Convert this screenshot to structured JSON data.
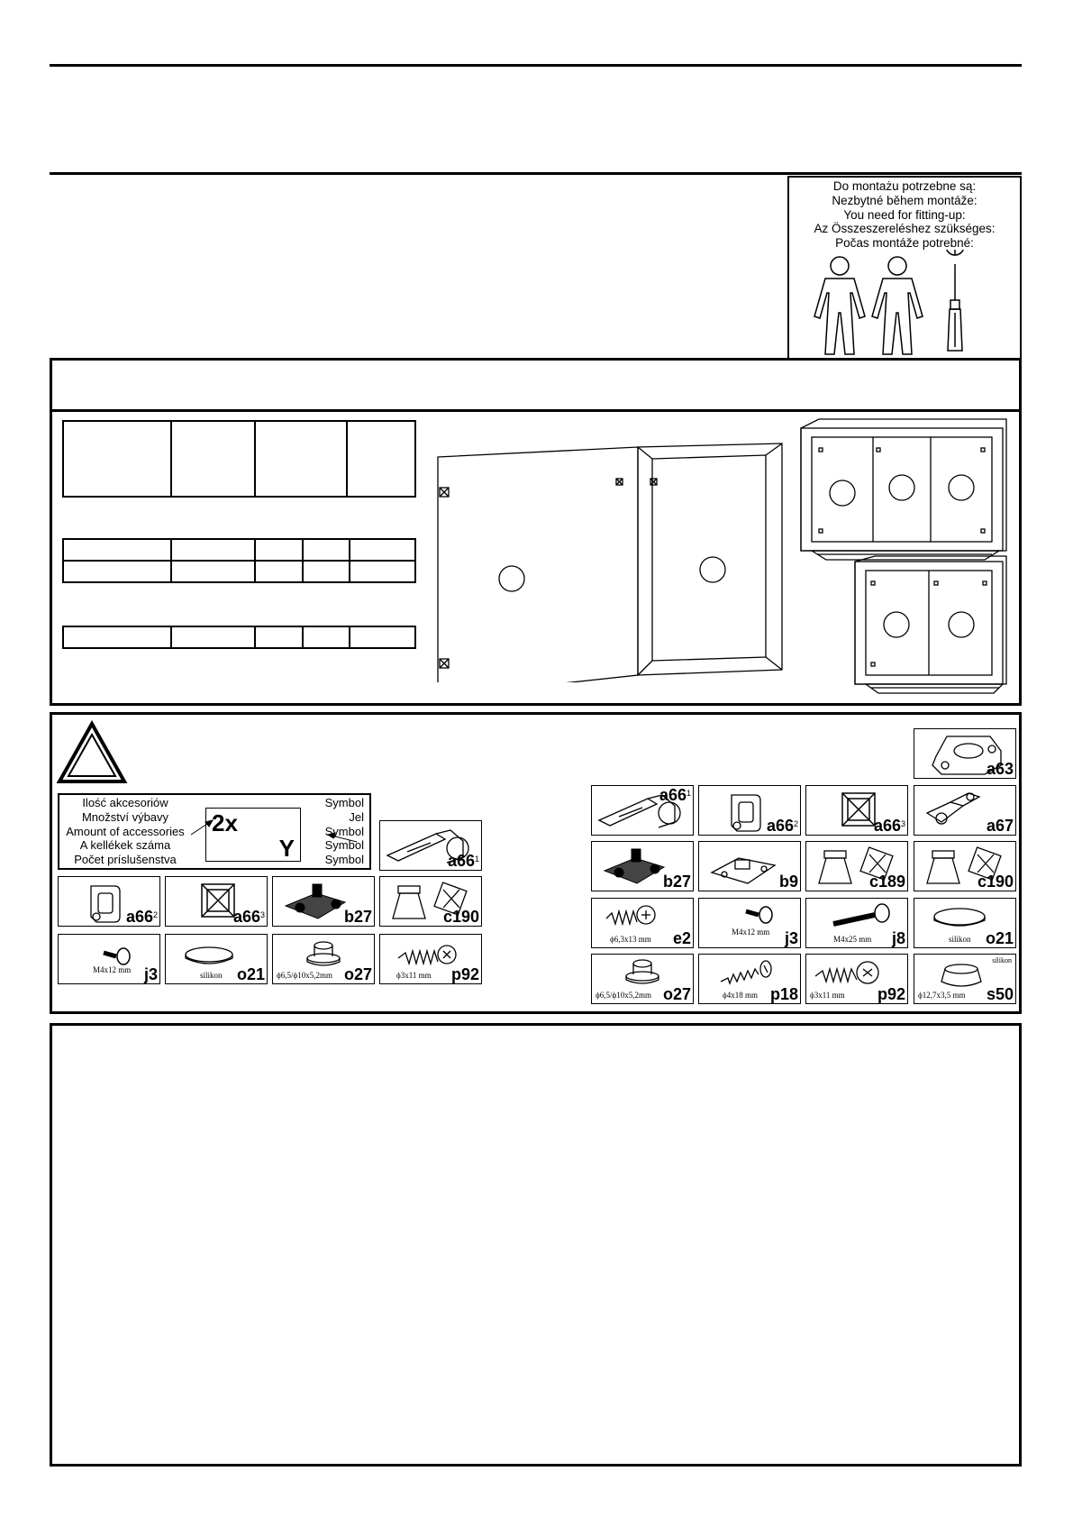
{
  "tools_box": {
    "lines": [
      "Do montażu potrzebne są:",
      "Nezbytné během montáže:",
      "You need for fitting-up:",
      "Az Összeszereléshez szükséges:",
      "Počas montáže potrebné:"
    ],
    "icons": [
      "person-icon",
      "person-icon",
      "phillips-screwdriver-icon"
    ]
  },
  "legend": {
    "labels": [
      "Ilość akcesoriów",
      "Množství výbavy",
      "Amount of accessories",
      "A kellékek száma",
      "Počet príslušenstva"
    ],
    "symbol_labels": [
      "Symbol",
      "Jel",
      "Symbol",
      "Symbol",
      "Symbol"
    ],
    "quantity_example": "2x",
    "symbol_example": "Y"
  },
  "accessories_left": [
    {
      "code": "a66",
      "sup": "1",
      "icon": "hinge-icon"
    },
    {
      "code": "a66",
      "sup": "2",
      "icon": "hinge-plate-icon"
    },
    {
      "code": "a66",
      "sup": "3",
      "icon": "square-cover-icon"
    },
    {
      "code": "b27",
      "sup": "",
      "icon": "mounting-plate-icon"
    },
    {
      "code": "c190",
      "sup": "",
      "icon": "foot-cover-icon"
    },
    {
      "code": "j3",
      "sup": "",
      "icon": "bolt-icon",
      "dim": "M4x12 mm"
    },
    {
      "code": "o21",
      "sup": "",
      "icon": "silicone-pad-icon",
      "dim": "silikon"
    },
    {
      "code": "o27",
      "sup": "",
      "icon": "sleeve-icon",
      "dim": "ϕ6,5/ϕ10x5,2mm"
    },
    {
      "code": "p92",
      "sup": "",
      "icon": "screw-icon",
      "dim": "ϕ3x11 mm"
    }
  ],
  "accessories_right": [
    {
      "code": "a63",
      "sup": "",
      "icon": "bracket-icon"
    },
    {
      "code": "a66",
      "sup": "1",
      "icon": "hinge-icon"
    },
    {
      "code": "a66",
      "sup": "2",
      "icon": "hinge-plate-icon"
    },
    {
      "code": "a66",
      "sup": "3",
      "icon": "square-cover-icon"
    },
    {
      "code": "a67",
      "sup": "",
      "icon": "hinge-icon"
    },
    {
      "code": "b27",
      "sup": "",
      "icon": "mounting-plate-icon"
    },
    {
      "code": "b9",
      "sup": "",
      "icon": "mounting-plate-icon"
    },
    {
      "code": "c189",
      "sup": "",
      "icon": "foot-cover-icon"
    },
    {
      "code": "c190",
      "sup": "",
      "icon": "foot-cover-icon"
    },
    {
      "code": "e2",
      "sup": "",
      "icon": "screw-icon",
      "dim": "ϕ6,3x13 mm"
    },
    {
      "code": "j3",
      "sup": "",
      "icon": "bolt-icon",
      "dim": "M4x12 mm"
    },
    {
      "code": "j8",
      "sup": "",
      "icon": "bolt-icon",
      "dim": "M4x25 mm"
    },
    {
      "code": "o21",
      "sup": "",
      "icon": "silicone-pad-icon",
      "dim": "silikon"
    },
    {
      "code": "o27",
      "sup": "",
      "icon": "sleeve-icon",
      "dim": "ϕ6,5/ϕ10x5,2mm"
    },
    {
      "code": "p18",
      "sup": "",
      "icon": "screw-icon",
      "dim": "ϕ4x18 mm"
    },
    {
      "code": "p92",
      "sup": "",
      "icon": "screw-icon",
      "dim": "ϕ3x11 mm"
    },
    {
      "code": "s50",
      "sup": "",
      "icon": "silicone-foot-icon",
      "dim": "ϕ12,7x3,5 mm",
      "note": "silikon"
    }
  ]
}
